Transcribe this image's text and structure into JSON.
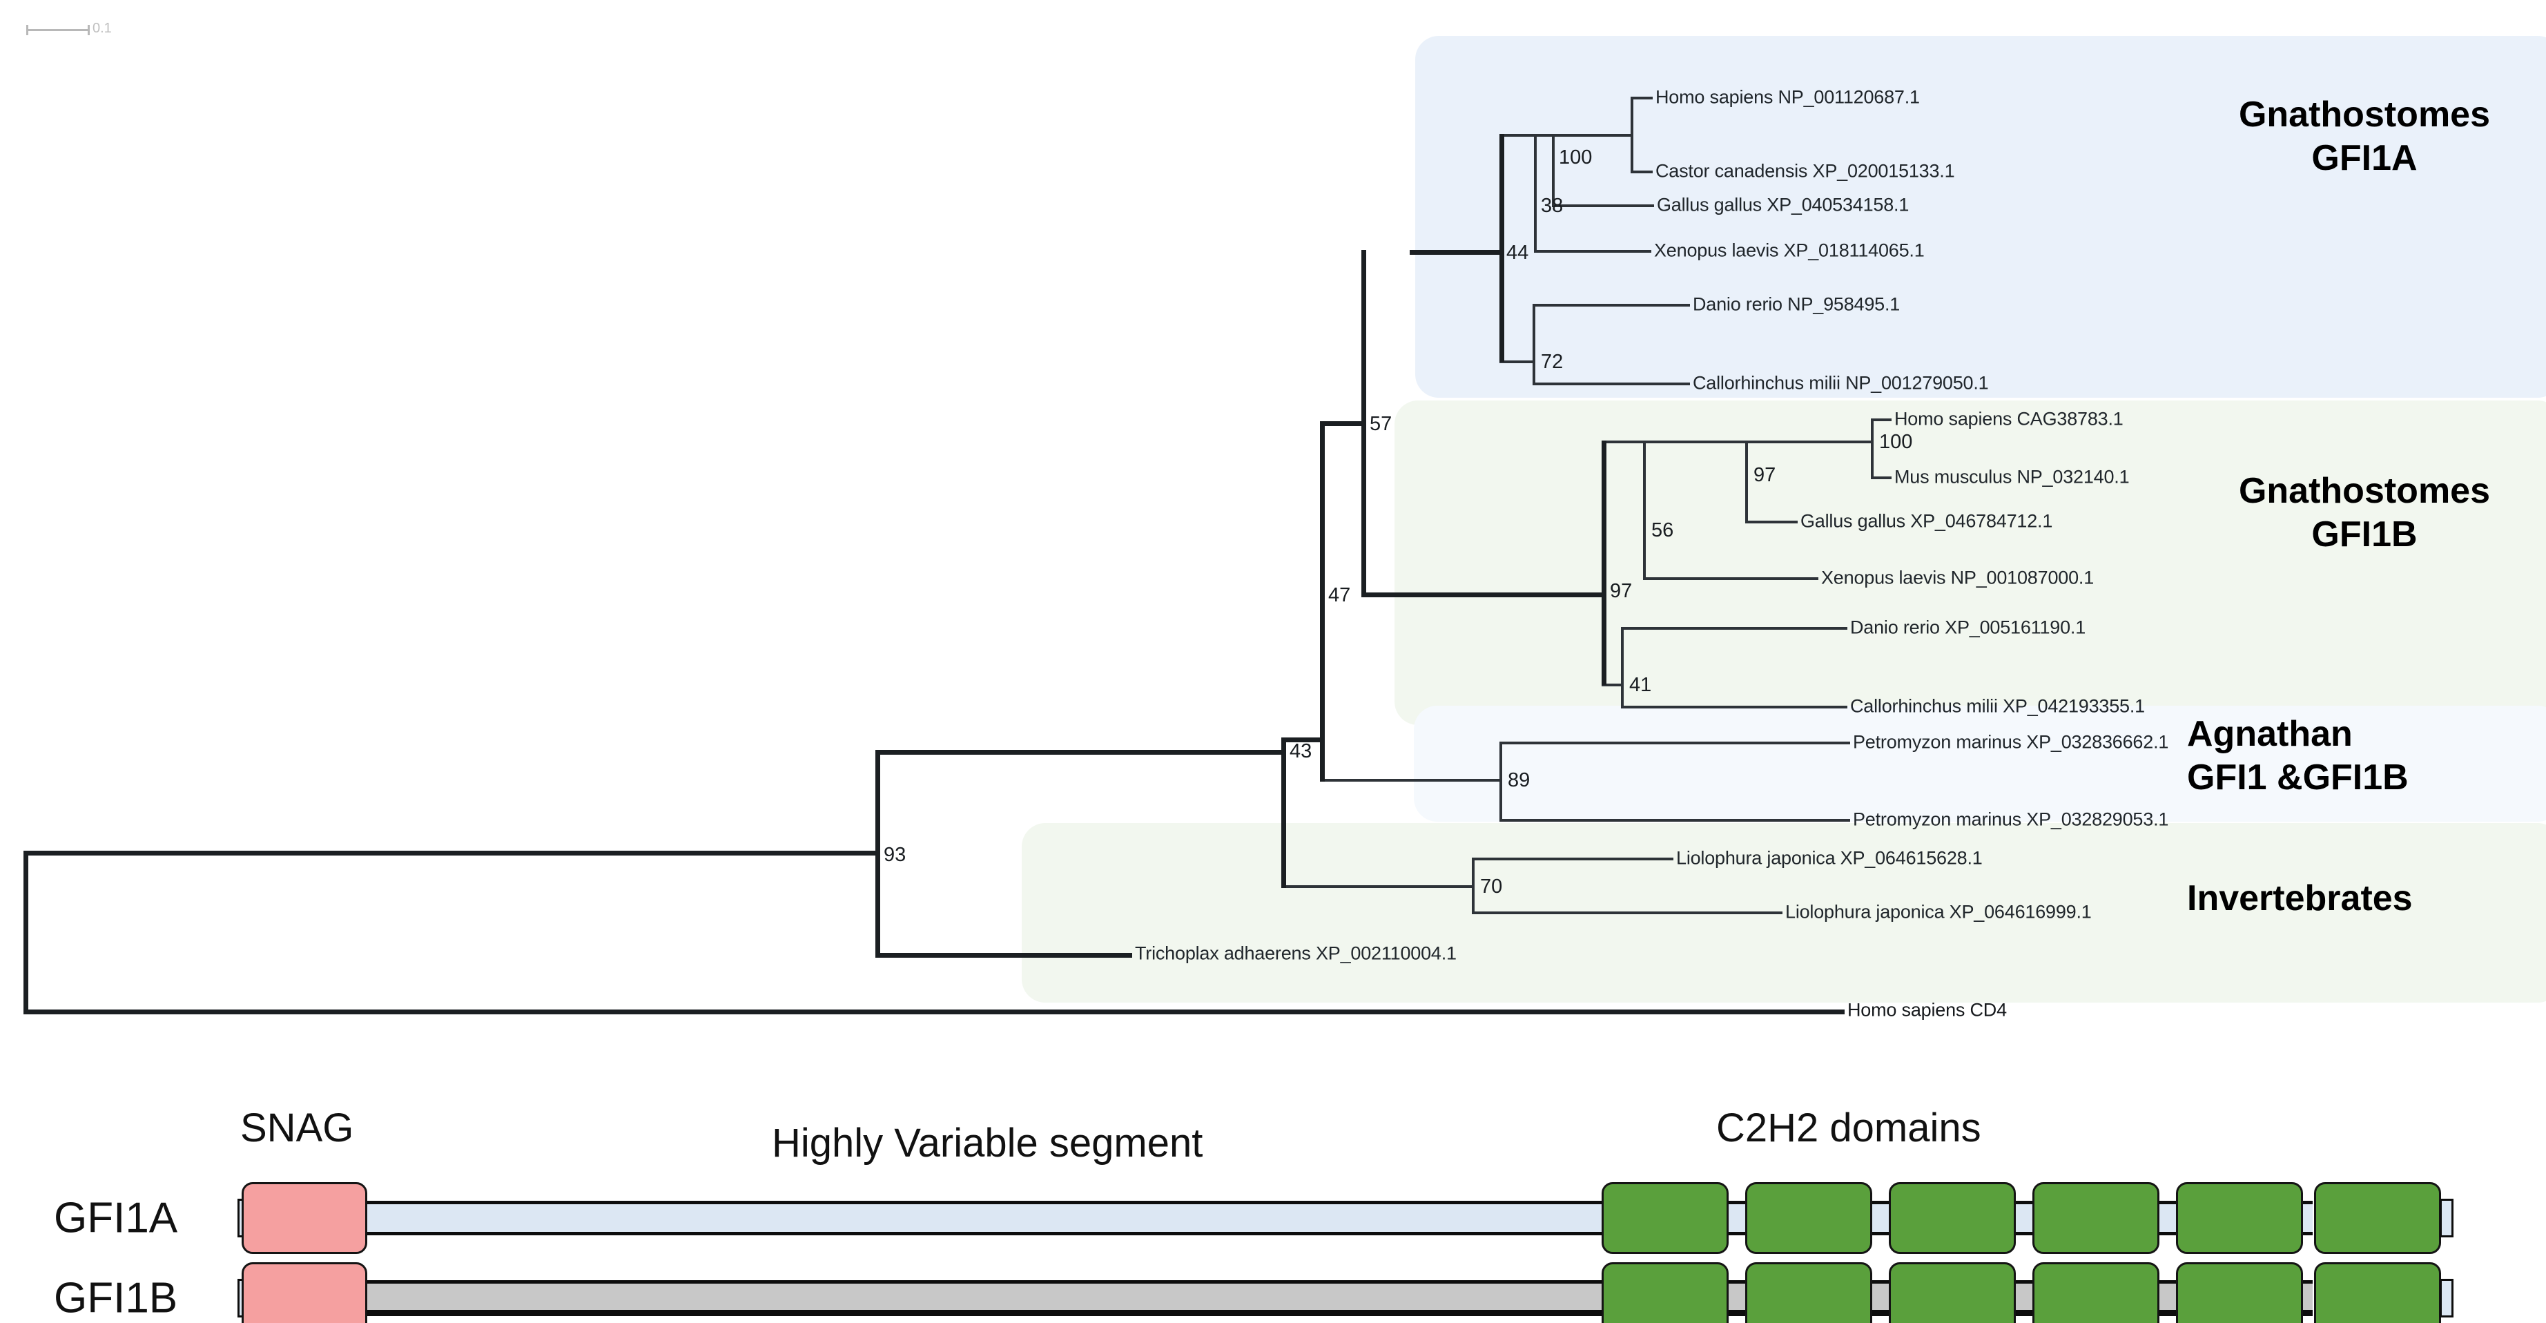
{
  "figure": {
    "scale_bar_label": "0.1"
  },
  "clades": [
    {
      "id": "gfi1a",
      "label": "Gnathostomes\nGFI1A",
      "color": "#eaf1fa"
    },
    {
      "id": "gfi1b",
      "label": "Gnathostomes\nGFI1B",
      "color": "#f2f7ef"
    },
    {
      "id": "agnathan",
      "label": "Agnathan\nGFI1 &GFI1B",
      "color": "#f5f9fd"
    },
    {
      "id": "invertebrates",
      "label": "Invertebrates",
      "color": "#f2f7ef"
    }
  ],
  "tips": [
    {
      "id": "t1",
      "label": "Homo sapiens NP_001120687.1"
    },
    {
      "id": "t2",
      "label": "Castor canadensis XP_020015133.1"
    },
    {
      "id": "t3",
      "label": "Gallus gallus XP_040534158.1"
    },
    {
      "id": "t4",
      "label": "Xenopus laevis XP_018114065.1"
    },
    {
      "id": "t5",
      "label": "Danio rerio NP_958495.1"
    },
    {
      "id": "t6",
      "label": "Callorhinchus milii NP_001279050.1"
    },
    {
      "id": "t7",
      "label": "Homo sapiens CAG38783.1"
    },
    {
      "id": "t8",
      "label": "Mus musculus NP_032140.1"
    },
    {
      "id": "t9",
      "label": "Gallus gallus XP_046784712.1"
    },
    {
      "id": "t10",
      "label": "Xenopus laevis NP_001087000.1"
    },
    {
      "id": "t11",
      "label": "Danio rerio XP_005161190.1"
    },
    {
      "id": "t12",
      "label": "Callorhinchus milii XP_042193355.1"
    },
    {
      "id": "t13",
      "label": "Petromyzon marinus XP_032836662.1"
    },
    {
      "id": "t14",
      "label": "Petromyzon marinus XP_032829053.1"
    },
    {
      "id": "t15",
      "label": "Liolophura japonica XP_064615628.1"
    },
    {
      "id": "t16",
      "label": "Liolophura japonica XP_064616999.1"
    },
    {
      "id": "t17",
      "label": "Trichoplax adhaerens XP_002110004.1"
    },
    {
      "id": "t18",
      "label": "Homo sapiens CD4"
    }
  ],
  "bootstrap": [
    {
      "id": "n100a",
      "value": "100"
    },
    {
      "id": "n38",
      "value": "38"
    },
    {
      "id": "n44",
      "value": "44"
    },
    {
      "id": "n72",
      "value": "72"
    },
    {
      "id": "n57",
      "value": "57"
    },
    {
      "id": "n100b",
      "value": "100"
    },
    {
      "id": "n97a",
      "value": "97"
    },
    {
      "id": "n56",
      "value": "56"
    },
    {
      "id": "n97b",
      "value": "97"
    },
    {
      "id": "n41",
      "value": "41"
    },
    {
      "id": "n47",
      "value": "47"
    },
    {
      "id": "n89",
      "value": "89"
    },
    {
      "id": "n43",
      "value": "43"
    },
    {
      "id": "n70",
      "value": "70"
    },
    {
      "id": "n93",
      "value": "93"
    }
  ],
  "domain_diagram": {
    "proteins": [
      {
        "id": "gfi1a",
        "name": "GFI1A",
        "backbone_color": "#dce7f3"
      },
      {
        "id": "gfi1b",
        "name": "GFI1B",
        "backbone_color": "#c8c8c8"
      }
    ],
    "captions": {
      "snag": "SNAG",
      "variable": "Highly Variable segment",
      "c2h2": "C2H2 domains"
    },
    "c2h2_count": 6,
    "colors": {
      "snag": "#f5a0a0",
      "c2h2": "#5aa03c"
    }
  },
  "chart_data": {
    "type": "tree",
    "title": "GFI1 family phylogeny with domain architecture",
    "tree_format": "rectangular cladogram with bootstrap support values",
    "outgroup": "Homo sapiens CD4",
    "scale_bar": "0.1",
    "clade_groups": [
      {
        "name": "Gnathostomes GFI1A",
        "members": [
          "Homo sapiens NP_001120687.1",
          "Castor canadensis XP_020015133.1",
          "Gallus gallus XP_040534158.1",
          "Xenopus laevis XP_018114065.1",
          "Danio rerio NP_958495.1",
          "Callorhinchus milii NP_001279050.1"
        ]
      },
      {
        "name": "Gnathostomes GFI1B",
        "members": [
          "Homo sapiens CAG38783.1",
          "Mus musculus NP_032140.1",
          "Gallus gallus XP_046784712.1",
          "Xenopus laevis NP_001087000.1",
          "Danio rerio XP_005161190.1",
          "Callorhinchus milii XP_042193355.1"
        ]
      },
      {
        "name": "Agnathan GFI1 &GFI1B",
        "members": [
          "Petromyzon marinus XP_032836662.1",
          "Petromyzon marinus XP_032829053.1"
        ]
      },
      {
        "name": "Invertebrates",
        "members": [
          "Liolophura japonica XP_064615628.1",
          "Liolophura japonica XP_064616999.1",
          "Trichoplax adhaerens XP_002110004.1"
        ]
      }
    ],
    "bootstrap_values": {
      "Homo_sapiens+Castor_canadensis": 100,
      "(Homo+Castor)+Gallus_gallus": 38,
      "GFI1A_tetrapod+fish": 44,
      "Danio_rerio+Callorhinchus_milii_GFI1A": 72,
      "GFI1A_clade_root": 57,
      "Homo_sapiens+Mus_musculus_GFI1B": 100,
      "(Homo+Mus)+Gallus_GFI1B": 97,
      "GFI1B_amniote+Xenopus": 56,
      "GFI1B_clade_root": 97,
      "Danio_rerio+Callorhinchus_milii_GFI1B": 41,
      "GFI1A+GFI1B_gnathostome": 47,
      "Petromyzon_marinus_pair": 89,
      "vertebrate+agnathan": 43,
      "Liolophura_japonica_pair": 70,
      "root_node": 93
    },
    "domain_architecture": {
      "proteins": [
        "GFI1A",
        "GFI1B"
      ],
      "domains": [
        "SNAG",
        "Highly Variable segment",
        "C2H2 domains"
      ],
      "c2h2_zinc_fingers": 6
    }
  }
}
